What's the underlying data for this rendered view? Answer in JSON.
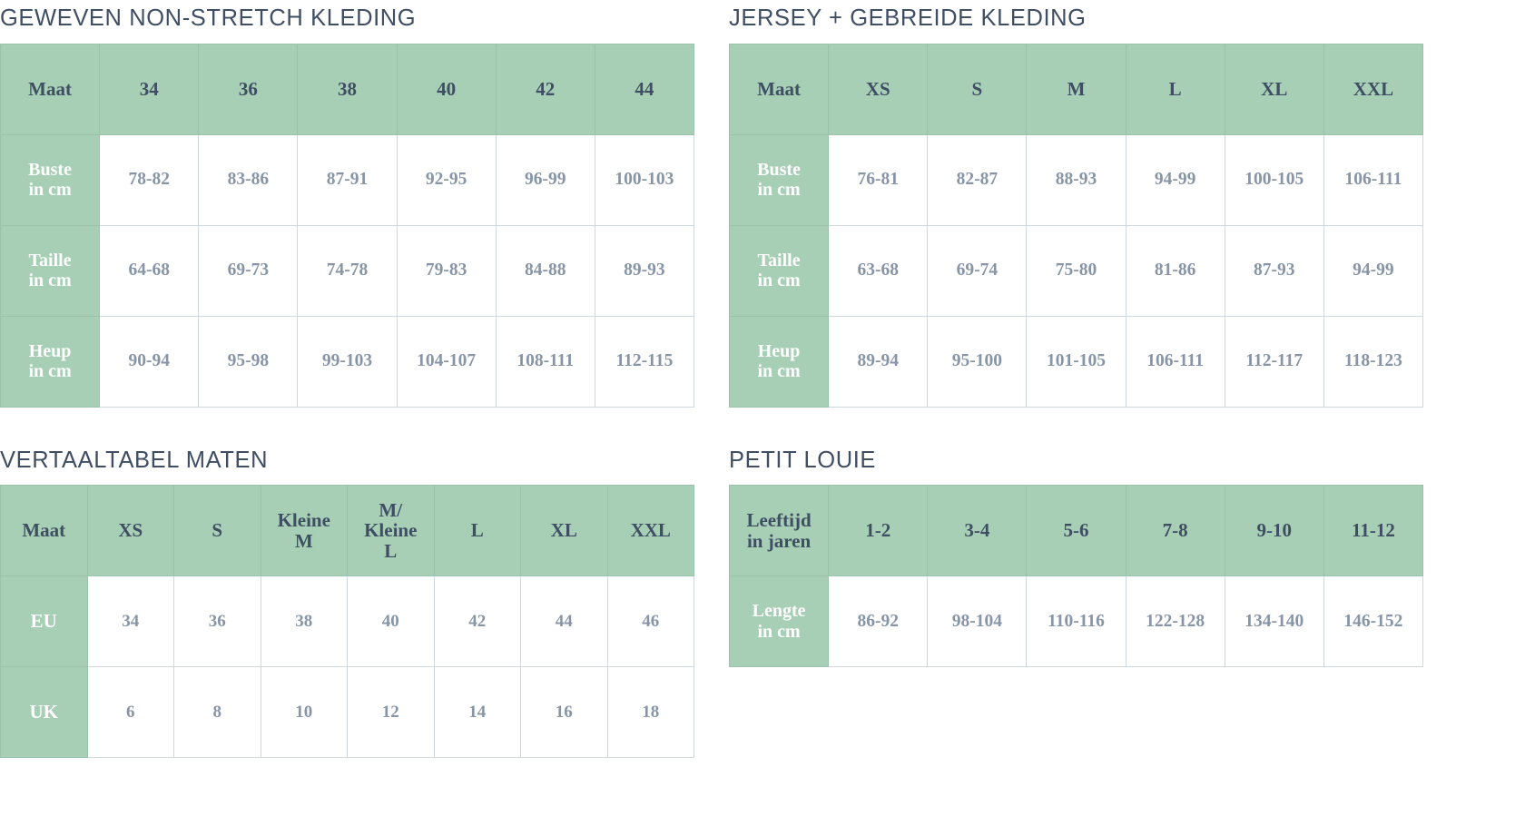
{
  "colors": {
    "green": "#a7cfb6",
    "green_border": "#9bc3ab",
    "title_color": "#3f4e63",
    "value_color": "#8795a6",
    "cell_border": "#cfd8dc",
    "label_text": "#ffffff"
  },
  "tables": {
    "geweven": {
      "title": "GEWEVEN NON-STRETCH KLEDING",
      "header": [
        "Maat",
        "34",
        "36",
        "38",
        "40",
        "42",
        "44"
      ],
      "rows": [
        {
          "label": "Buste\nin cm",
          "values": [
            "78-82",
            "83-86",
            "87-91",
            "92-95",
            "96-99",
            "100-103"
          ]
        },
        {
          "label": "Taille\nin cm",
          "values": [
            "64-68",
            "69-73",
            "74-78",
            "79-83",
            "84-88",
            "89-93"
          ]
        },
        {
          "label": "Heup\nin cm",
          "values": [
            "90-94",
            "95-98",
            "99-103",
            "104-107",
            "108-111",
            "112-115"
          ]
        }
      ]
    },
    "jersey": {
      "title": "JERSEY + GEBREIDE KLEDING",
      "header": [
        "Maat",
        "XS",
        "S",
        "M",
        "L",
        "XL",
        "XXL"
      ],
      "rows": [
        {
          "label": "Buste\nin cm",
          "values": [
            "76-81",
            "82-87",
            "88-93",
            "94-99",
            "100-105",
            "106-111"
          ]
        },
        {
          "label": "Taille\nin cm",
          "values": [
            "63-68",
            "69-74",
            "75-80",
            "81-86",
            "87-93",
            "94-99"
          ]
        },
        {
          "label": "Heup\nin cm",
          "values": [
            "89-94",
            "95-100",
            "101-105",
            "106-111",
            "112-117",
            "118-123"
          ]
        }
      ]
    },
    "vertaaltabel": {
      "title": "VERTAALTABEL MATEN",
      "header": [
        "Maat",
        "XS",
        "S",
        "Kleine\nM",
        "M/\nKleine\nL",
        "L",
        "XL",
        "XXL"
      ],
      "rows": [
        {
          "label": "EU",
          "values": [
            "34",
            "36",
            "38",
            "40",
            "42",
            "44",
            "46"
          ]
        },
        {
          "label": "UK",
          "values": [
            "6",
            "8",
            "10",
            "12",
            "14",
            "16",
            "18"
          ]
        }
      ]
    },
    "petit_louie": {
      "title": "PETIT LOUIE",
      "header": [
        "Leeftijd\nin jaren",
        "1-2",
        "3-4",
        "5-6",
        "7-8",
        "9-10",
        "11-12"
      ],
      "rows": [
        {
          "label": "Lengte\nin cm",
          "values": [
            "86-92",
            "98-104",
            "110-116",
            "122-128",
            "134-140",
            "146-152"
          ]
        }
      ]
    }
  }
}
